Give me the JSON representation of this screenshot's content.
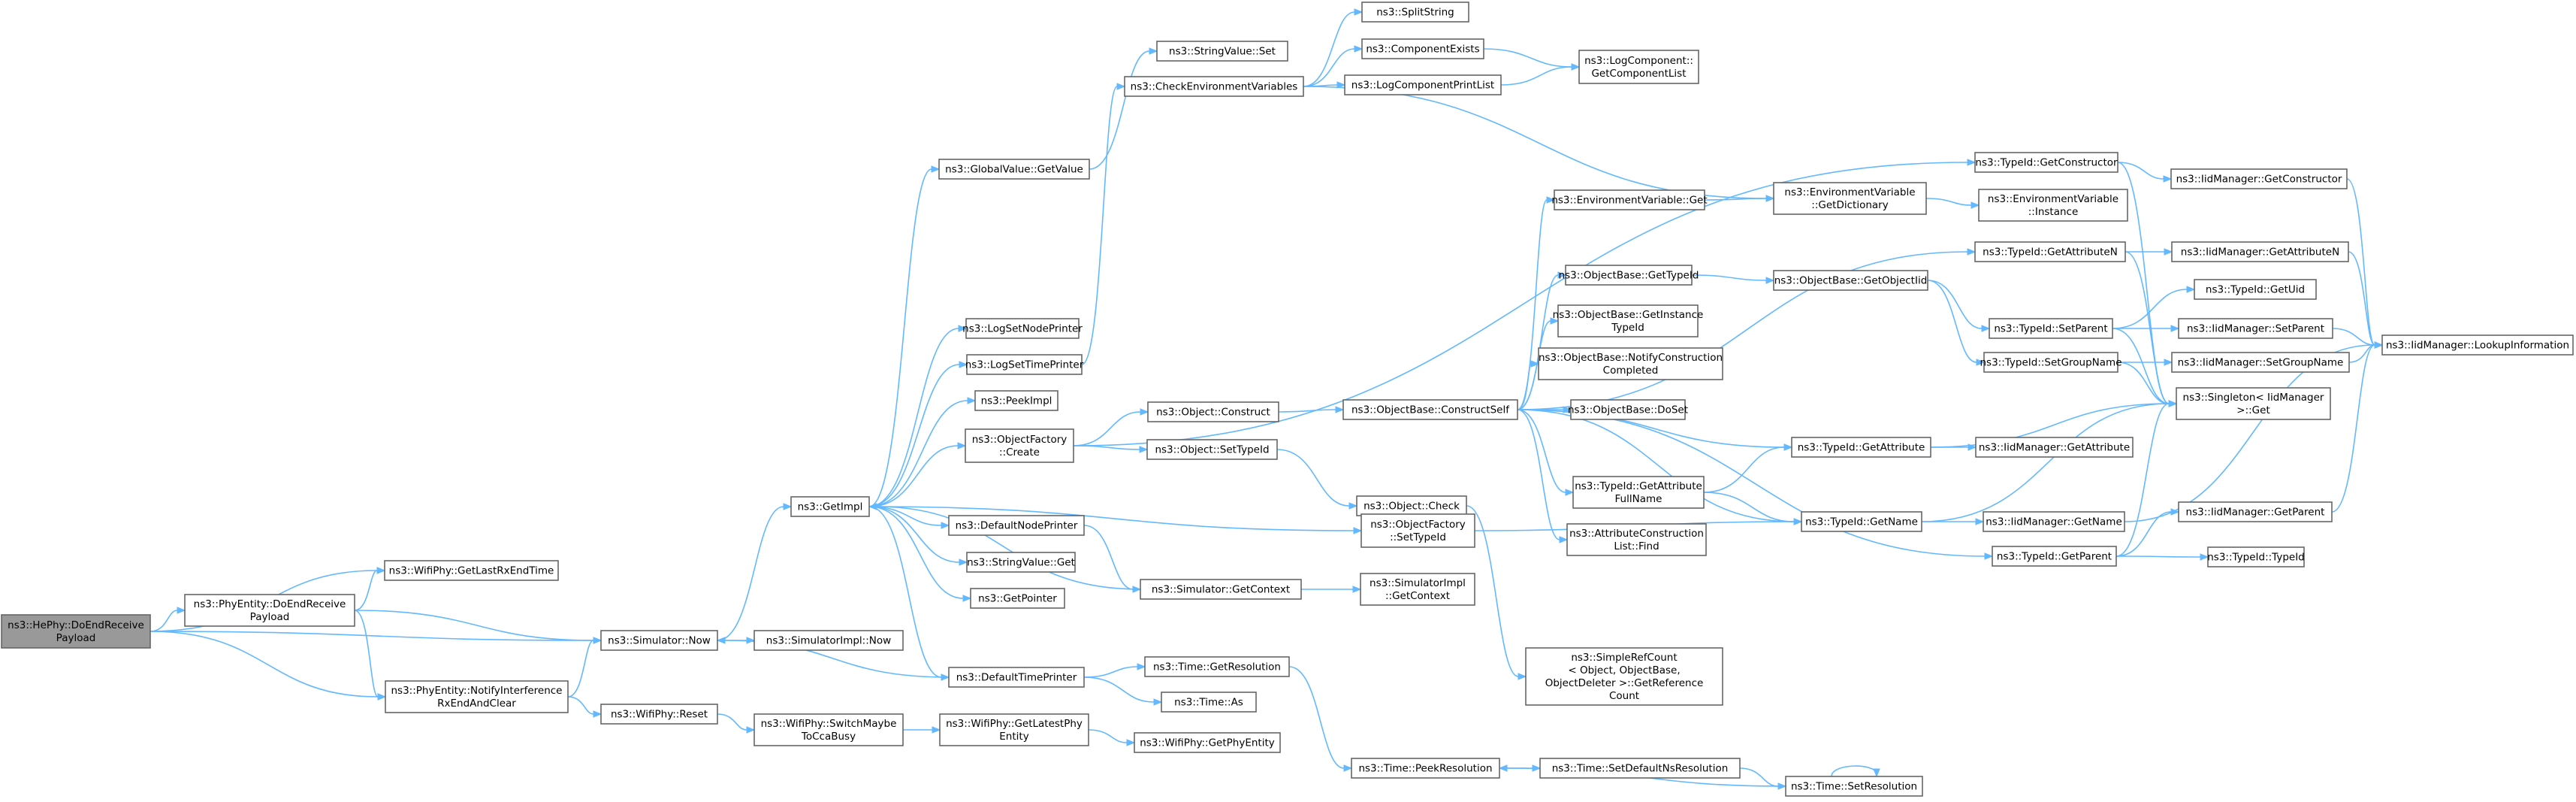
{
  "graph": {
    "nodes": [
      {
        "id": "root",
        "lines": [
          "ns3::HePhy::DoEndReceive",
          "Payload"
        ],
        "root": true
      },
      {
        "id": "getLastRx",
        "lines": [
          "ns3::WifiPhy::GetLastRxEndTime"
        ]
      },
      {
        "id": "phyDoEnd",
        "lines": [
          "ns3::PhyEntity::DoEndReceive",
          "Payload"
        ]
      },
      {
        "id": "notifyInterf",
        "lines": [
          "ns3::PhyEntity::NotifyInterference",
          "RxEndAndClear"
        ]
      },
      {
        "id": "simNow",
        "lines": [
          "ns3::Simulator::Now"
        ]
      },
      {
        "id": "simImplNow",
        "lines": [
          "ns3::SimulatorImpl::Now"
        ]
      },
      {
        "id": "wifiReset",
        "lines": [
          "ns3::WifiPhy::Reset"
        ]
      },
      {
        "id": "switchCca",
        "lines": [
          "ns3::WifiPhy::SwitchMaybe",
          "ToCcaBusy"
        ]
      },
      {
        "id": "getLatestPhy",
        "lines": [
          "ns3::WifiPhy::GetLatestPhy",
          "Entity"
        ]
      },
      {
        "id": "getPhyEntity",
        "lines": [
          "ns3::WifiPhy::GetPhyEntity"
        ]
      },
      {
        "id": "getImpl",
        "lines": [
          "ns3::GetImpl"
        ]
      },
      {
        "id": "globalGetValue",
        "lines": [
          "ns3::GlobalValue::GetValue"
        ]
      },
      {
        "id": "logSetNode",
        "lines": [
          "ns3::LogSetNodePrinter"
        ]
      },
      {
        "id": "logSetTime",
        "lines": [
          "ns3::LogSetTimePrinter"
        ]
      },
      {
        "id": "peekImpl",
        "lines": [
          "ns3::PeekImpl"
        ]
      },
      {
        "id": "objFactCreate",
        "lines": [
          "ns3::ObjectFactory",
          "::Create"
        ]
      },
      {
        "id": "defNodePrinter",
        "lines": [
          "ns3::DefaultNodePrinter"
        ]
      },
      {
        "id": "strValueGet",
        "lines": [
          "ns3::StringValue::Get"
        ]
      },
      {
        "id": "getPointer",
        "lines": [
          "ns3::GetPointer"
        ]
      },
      {
        "id": "defTimePrinter",
        "lines": [
          "ns3::DefaultTimePrinter"
        ]
      },
      {
        "id": "strValueSet",
        "lines": [
          "ns3::StringValue::Set"
        ]
      },
      {
        "id": "checkEnv",
        "lines": [
          "ns3::CheckEnvironmentVariables"
        ]
      },
      {
        "id": "splitString",
        "lines": [
          "ns3::SplitString"
        ]
      },
      {
        "id": "compExists",
        "lines": [
          "ns3::ComponentExists"
        ]
      },
      {
        "id": "logCompPrint",
        "lines": [
          "ns3::LogComponentPrintList"
        ]
      },
      {
        "id": "logCompGetList",
        "lines": [
          "ns3::LogComponent::",
          "GetComponentList"
        ]
      },
      {
        "id": "objConstruct",
        "lines": [
          "ns3::Object::Construct"
        ]
      },
      {
        "id": "objSetTypeId",
        "lines": [
          "ns3::Object::SetTypeId"
        ]
      },
      {
        "id": "objCheck",
        "lines": [
          "ns3::Object::Check"
        ]
      },
      {
        "id": "simGetContext",
        "lines": [
          "ns3::Simulator::GetContext"
        ]
      },
      {
        "id": "simImplGetContext",
        "lines": [
          "ns3::SimulatorImpl",
          "::GetContext"
        ]
      },
      {
        "id": "objFactSetTypeId",
        "lines": [
          "ns3::ObjectFactory",
          "::SetTypeId"
        ]
      },
      {
        "id": "timeGetRes",
        "lines": [
          "ns3::Time::GetResolution"
        ]
      },
      {
        "id": "timeAs",
        "lines": [
          "ns3::Time::As"
        ]
      },
      {
        "id": "timePeekRes",
        "lines": [
          "ns3::Time::PeekResolution"
        ]
      },
      {
        "id": "timeSetDefNs",
        "lines": [
          "ns3::Time::SetDefaultNsResolution"
        ]
      },
      {
        "id": "timeSetRes",
        "lines": [
          "ns3::Time::SetResolution"
        ]
      },
      {
        "id": "objBaseConstructSelf",
        "lines": [
          "ns3::ObjectBase::ConstructSelf"
        ]
      },
      {
        "id": "envVarGet",
        "lines": [
          "ns3::EnvironmentVariable::Get"
        ]
      },
      {
        "id": "objBaseGetTypeId",
        "lines": [
          "ns3::ObjectBase::GetTypeId"
        ]
      },
      {
        "id": "objBaseGetInstTypeId",
        "lines": [
          "ns3::ObjectBase::GetInstance",
          "TypeId"
        ]
      },
      {
        "id": "objBaseNotify",
        "lines": [
          "ns3::ObjectBase::NotifyConstruction",
          "Completed"
        ]
      },
      {
        "id": "objBaseDoSet",
        "lines": [
          "ns3::ObjectBase::DoSet"
        ]
      },
      {
        "id": "typeIdGetAttrFull",
        "lines": [
          "ns3::TypeId::GetAttribute",
          "FullName"
        ]
      },
      {
        "id": "attrConstrFind",
        "lines": [
          "ns3::AttributeConstruction",
          "List::Find"
        ]
      },
      {
        "id": "simpleRefCount",
        "lines": [
          "ns3::SimpleRefCount",
          "< Object, ObjectBase,",
          " ObjectDeleter >::GetReference",
          "Count"
        ]
      },
      {
        "id": "envVarGetDict",
        "lines": [
          "ns3::EnvironmentVariable",
          "::GetDictionary"
        ]
      },
      {
        "id": "envVarInstance",
        "lines": [
          "ns3::EnvironmentVariable",
          "::Instance"
        ]
      },
      {
        "id": "objBaseGetObjIid",
        "lines": [
          "ns3::ObjectBase::GetObjectIid"
        ]
      },
      {
        "id": "typeIdGetAttr",
        "lines": [
          "ns3::TypeId::GetAttribute"
        ]
      },
      {
        "id": "typeIdGetName",
        "lines": [
          "ns3::TypeId::GetName"
        ]
      },
      {
        "id": "typeIdGetConstructor",
        "lines": [
          "ns3::TypeId::GetConstructor"
        ]
      },
      {
        "id": "typeIdGetAttrN",
        "lines": [
          "ns3::TypeId::GetAttributeN"
        ]
      },
      {
        "id": "typeIdSetParent",
        "lines": [
          "ns3::TypeId::SetParent"
        ]
      },
      {
        "id": "typeIdSetGroupName",
        "lines": [
          "ns3::TypeId::SetGroupName"
        ]
      },
      {
        "id": "typeIdGetParent",
        "lines": [
          "ns3::TypeId::GetParent"
        ]
      },
      {
        "id": "iidGetConstructor",
        "lines": [
          "ns3::IidManager::GetConstructor"
        ]
      },
      {
        "id": "iidGetAttrN",
        "lines": [
          "ns3::IidManager::GetAttributeN"
        ]
      },
      {
        "id": "typeIdGetUid",
        "lines": [
          "ns3::TypeId::GetUid"
        ]
      },
      {
        "id": "iidSetParent",
        "lines": [
          "ns3::IidManager::SetParent"
        ]
      },
      {
        "id": "iidSetGroupName",
        "lines": [
          "ns3::IidManager::SetGroupName"
        ]
      },
      {
        "id": "singletonGet",
        "lines": [
          "ns3::Singleton< IidManager",
          " >::Get"
        ]
      },
      {
        "id": "iidGetAttr",
        "lines": [
          "ns3::IidManager::GetAttribute"
        ]
      },
      {
        "id": "iidGetName",
        "lines": [
          "ns3::IidManager::GetName"
        ]
      },
      {
        "id": "iidGetParent",
        "lines": [
          "ns3::IidManager::GetParent"
        ]
      },
      {
        "id": "typeIdTypeId",
        "lines": [
          "ns3::TypeId::TypeId"
        ]
      },
      {
        "id": "iidLookup",
        "lines": [
          "ns3::IidManager::LookupInformation"
        ]
      }
    ]
  }
}
